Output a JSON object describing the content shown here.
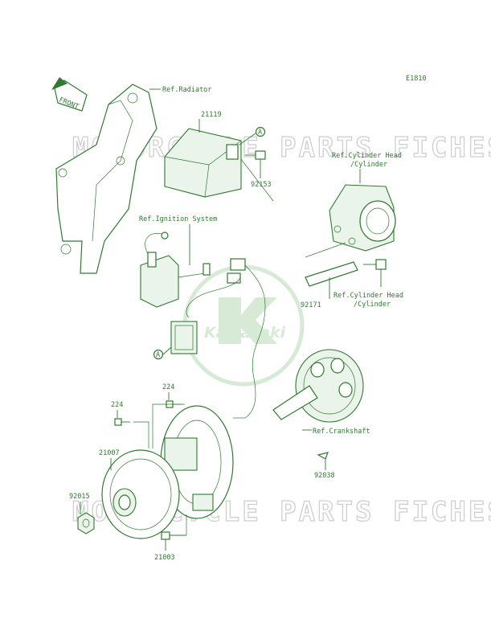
{
  "diagram_code": "E1810",
  "front_label": "FRONT",
  "watermark": "MOTORCYCLE PARTS FICHES.NET",
  "logo_text": "Kawasaki",
  "callout": "A",
  "labels": {
    "ref_radiator": "Ref.Radiator",
    "p21119": "21119",
    "p92153": "92153",
    "ref_cyl_head_top_1": "Ref.Cylinder Head",
    "ref_cyl_head_top_2": "/Cylinder",
    "ref_ignition": "Ref.Ignition System",
    "p92171": "92171",
    "ref_cyl_head_mid_1": "Ref.Cylinder Head",
    "ref_cyl_head_mid_2": "/Cylinder",
    "p224_left": "224",
    "p224_right": "224",
    "p21007": "21007",
    "ref_crankshaft": "Ref.Crankshaft",
    "p92038": "92038",
    "p92015": "92015",
    "p21003": "21003"
  },
  "colors": {
    "line": "#2f7a2f",
    "watermark": "#cfcfcf",
    "logo": "#d6ead6"
  }
}
